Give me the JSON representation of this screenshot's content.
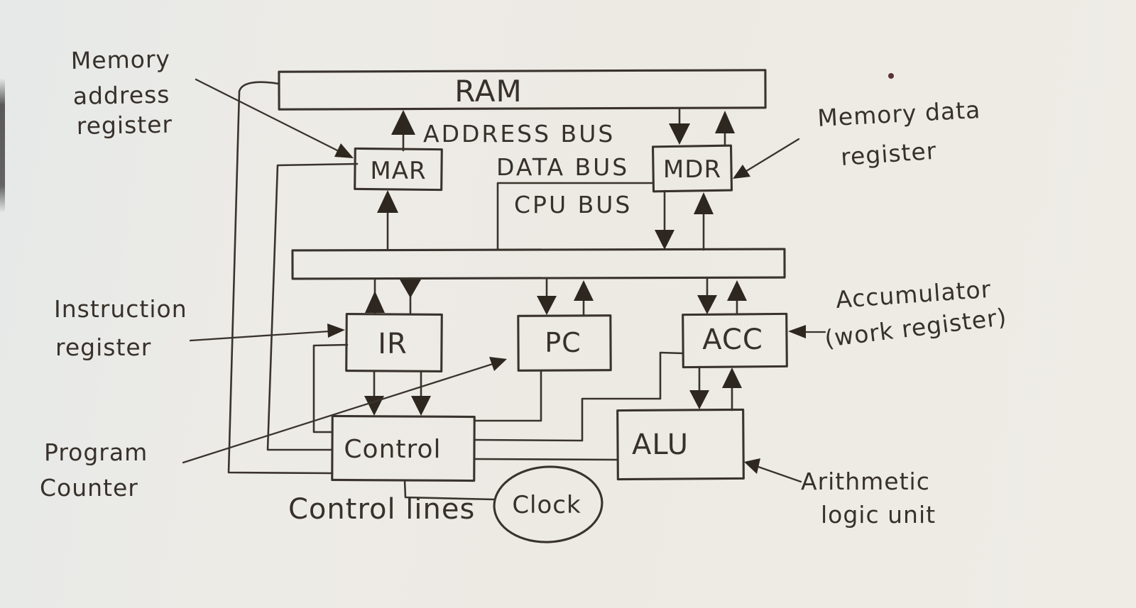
{
  "title": "Hand-drawn CPU / Von Neumann architecture diagram",
  "colors": {
    "paper": "#edeae4",
    "ink": "#3a332d",
    "arrowhead": "#2d2720",
    "ink_dot": "#5a3038"
  },
  "blocks": {
    "ram": "RAM",
    "mar": "MAR",
    "mdr": "MDR",
    "ir": "IR",
    "pc": "PC",
    "acc": "ACC",
    "control": "Control",
    "alu": "ALU",
    "clock": "Clock"
  },
  "buses": {
    "address": "ADDRESS BUS",
    "data": "DATA BUS",
    "cpu": "CPU BUS"
  },
  "labels": {
    "mar": {
      "l1": "Memory",
      "l2": "address",
      "l3": "register"
    },
    "mdr": {
      "l1": "Memory data",
      "l2": "register"
    },
    "ir": {
      "l1": "Instruction",
      "l2": "register"
    },
    "pc": {
      "l1": "Program",
      "l2": "Counter"
    },
    "acc": {
      "l1": "Accumulator",
      "l2": "(work register)"
    },
    "alu": {
      "l1": "Arithmetic",
      "l2": "logic unit"
    },
    "control_lines": "Control lines"
  }
}
